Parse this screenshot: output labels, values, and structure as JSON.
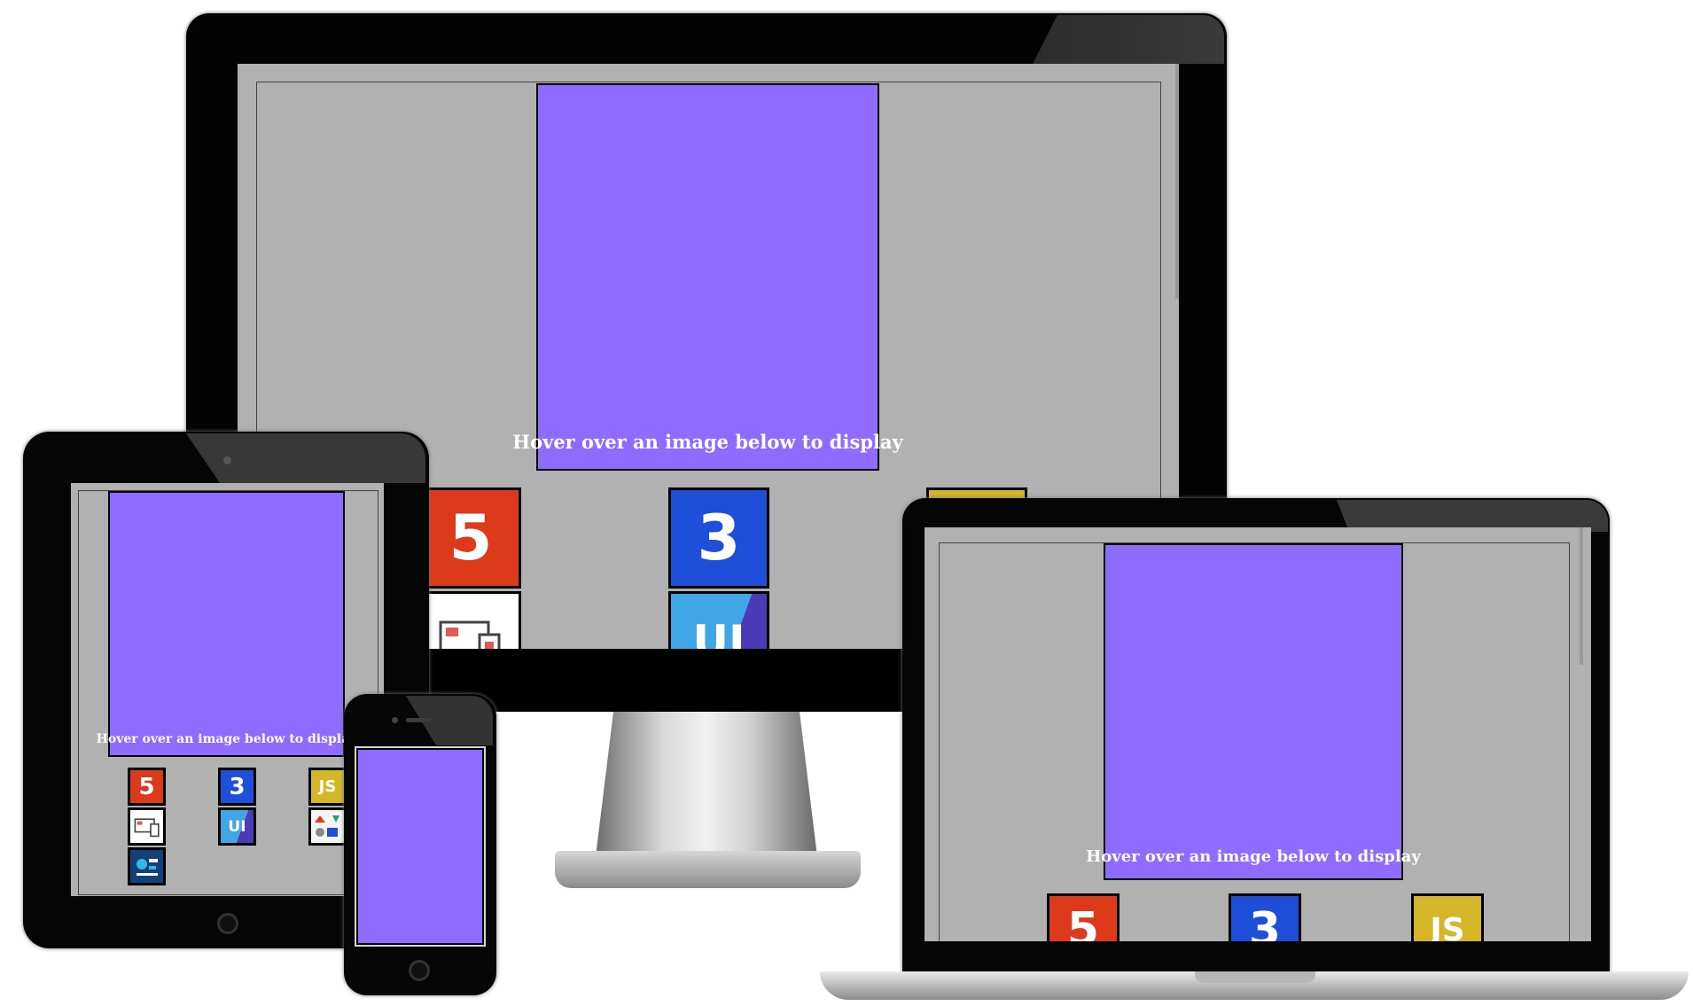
{
  "gallery": {
    "display_text": "Hover over an image below to display"
  },
  "icons": {
    "html": "html5-logo-icon",
    "css": "css3-logo-icon",
    "js": "javascript-logo-icon",
    "ui": "ui-design-icon",
    "responsive": "responsive-design-icon",
    "frameworks": "frameworks-icon",
    "data": "data-analytics-icon"
  },
  "thumb_glyphs": {
    "html": "5",
    "css": "3",
    "js": "JS",
    "ui": "UI"
  },
  "colors": {
    "display_bg": "#8f6cff",
    "screen_bg": "#b1b1b1"
  }
}
